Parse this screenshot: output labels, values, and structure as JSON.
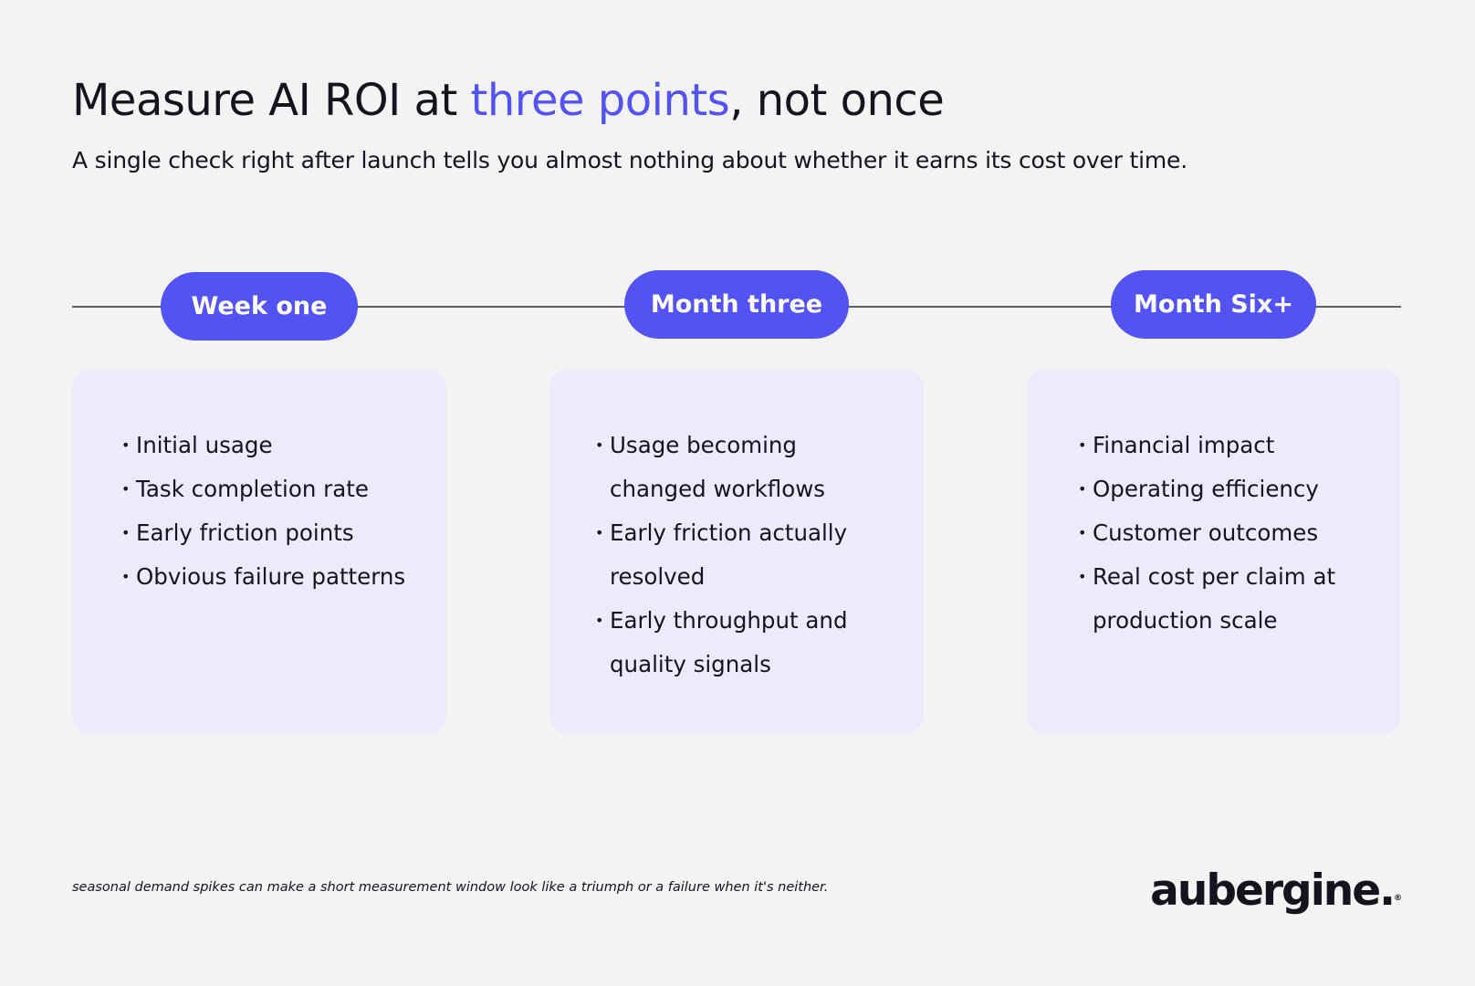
{
  "title": {
    "before": "Measure AI ROI at ",
    "highlight": "three points",
    "after": ", not once"
  },
  "subtitle": "A single check right after launch tells you almost nothing about whether it earns its cost over time.",
  "stages": [
    {
      "label": "Week one",
      "items": [
        "Initial usage",
        "Task completion rate",
        "Early friction points",
        "Obvious failure patterns"
      ]
    },
    {
      "label": "Month three",
      "items": [
        "Usage becoming",
        "changed workflows",
        "Early friction actually",
        "resolved",
        "Early throughput and",
        "quality signals"
      ]
    },
    {
      "label": "Month Six+",
      "items": [
        "Financial impact",
        "Operating efficiency",
        "Customer outcomes",
        "Real cost per claim at",
        "production scale"
      ]
    }
  ],
  "footnote": "seasonal demand spikes can make a short measurement window look like a triumph or a failure when it's neither.",
  "logo": {
    "text": "aubergine.",
    "mark": "®"
  },
  "colors": {
    "accent": "#5352f3",
    "card_background": "#ebebfc",
    "page_background": "#f3f3f3",
    "text": "#14141f",
    "line": "#5f5f6e"
  }
}
